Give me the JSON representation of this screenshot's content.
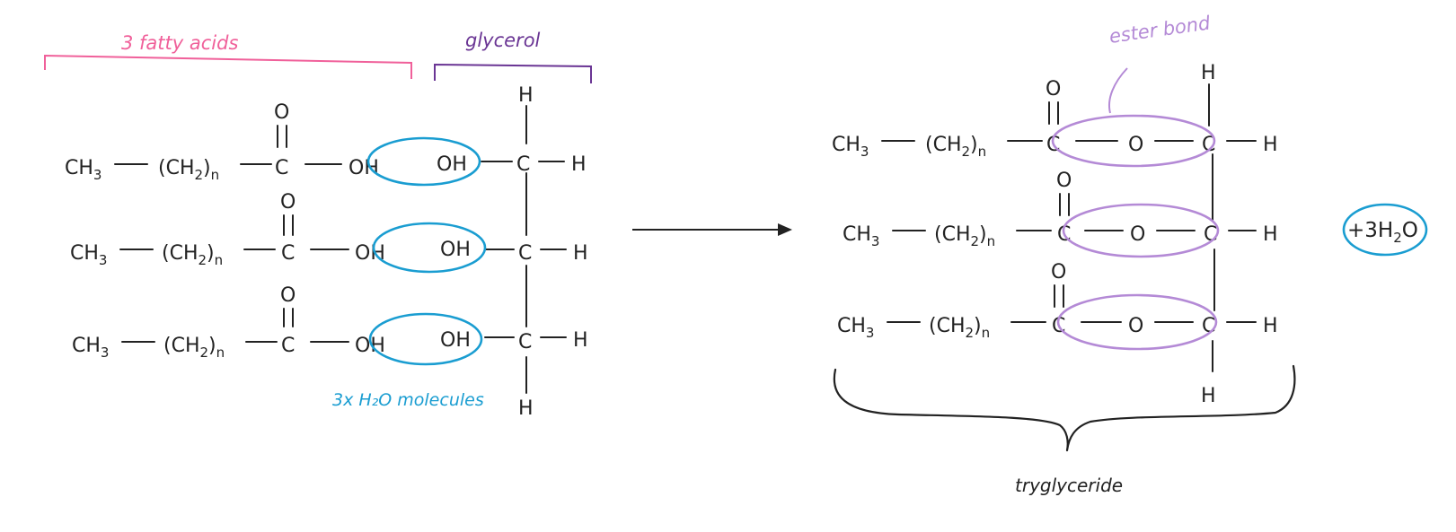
{
  "colors": {
    "fatty_acid": "#f0609a",
    "glycerol": "#6a3594",
    "water": "#1a9dd1",
    "ester": "#b48ad6",
    "ink": "#222222"
  },
  "left": {
    "fatty_acids_label": "3 fatty acids",
    "glycerol_label": "glycerol",
    "water_label": "3x H₂O molecules",
    "rows": [
      {
        "ch3": "CH",
        "ch3_sub": "3",
        "ch2": "(CH",
        "ch2_sub": "2",
        "ch2_close": ")",
        "ch2_n": "n",
        "carbon": "C",
        "carbonyl_o": "O",
        "hydroxyl": "OH",
        "glycerol_oh": "OH",
        "glycerol_c": "C",
        "glycerol_h": "H"
      },
      {
        "ch3": "CH",
        "ch3_sub": "3",
        "ch2": "(CH",
        "ch2_sub": "2",
        "ch2_close": ")",
        "ch2_n": "n",
        "carbon": "C",
        "carbonyl_o": "O",
        "hydroxyl": "OH",
        "glycerol_oh": "OH",
        "glycerol_c": "C",
        "glycerol_h": "H"
      },
      {
        "ch3": "CH",
        "ch3_sub": "3",
        "ch2": "(CH",
        "ch2_sub": "2",
        "ch2_close": ")",
        "ch2_n": "n",
        "carbon": "C",
        "carbonyl_o": "O",
        "hydroxyl": "OH",
        "glycerol_oh": "OH",
        "glycerol_c": "C",
        "glycerol_h": "H"
      }
    ],
    "glycerol_top_h": "H",
    "glycerol_bottom_h": "H"
  },
  "right": {
    "ester_label": "ester bond",
    "product_label": "tryglyceride",
    "byproduct": {
      "prefix": "+3H",
      "sub": "2",
      "suffix": "O"
    },
    "rows": [
      {
        "ch3": "CH",
        "ch3_sub": "3",
        "ch2": "(CH",
        "ch2_sub": "2",
        "ch2_close": ")",
        "ch2_n": "n",
        "carbon": "C",
        "carbonyl_o": "O",
        "ester_o": "O",
        "glycerol_c": "C",
        "glycerol_h": "H"
      },
      {
        "ch3": "CH",
        "ch3_sub": "3",
        "ch2": "(CH",
        "ch2_sub": "2",
        "ch2_close": ")",
        "ch2_n": "n",
        "carbon": "C",
        "carbonyl_o": "O",
        "ester_o": "O",
        "glycerol_c": "C",
        "glycerol_h": "H"
      },
      {
        "ch3": "CH",
        "ch3_sub": "3",
        "ch2": "(CH",
        "ch2_sub": "2",
        "ch2_close": ")",
        "ch2_n": "n",
        "carbon": "C",
        "carbonyl_o": "O",
        "ester_o": "O",
        "glycerol_c": "C",
        "glycerol_h": "H"
      }
    ],
    "glycerol_top_h": "H",
    "glycerol_bottom_h": "H"
  }
}
